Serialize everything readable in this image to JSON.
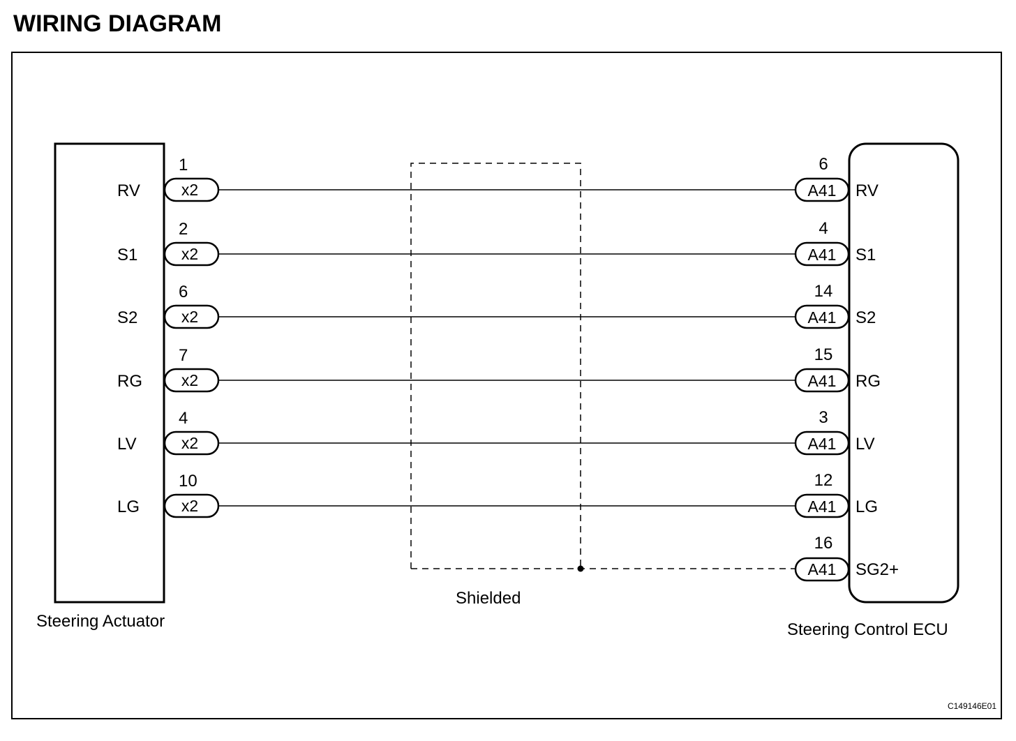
{
  "title": "WIRING DIAGRAM",
  "left_component": {
    "name": "Steering Actuator",
    "connector": "x2",
    "pins": [
      {
        "signal": "RV",
        "pin": "1"
      },
      {
        "signal": "S1",
        "pin": "2"
      },
      {
        "signal": "S2",
        "pin": "6"
      },
      {
        "signal": "RG",
        "pin": "7"
      },
      {
        "signal": "LV",
        "pin": "4"
      },
      {
        "signal": "LG",
        "pin": "10"
      }
    ]
  },
  "right_component": {
    "name": "Steering Control ECU",
    "connector": "A41",
    "pins": [
      {
        "signal": "RV",
        "pin": "6"
      },
      {
        "signal": "S1",
        "pin": "4"
      },
      {
        "signal": "S2",
        "pin": "14"
      },
      {
        "signal": "RG",
        "pin": "15"
      },
      {
        "signal": "LV",
        "pin": "3"
      },
      {
        "signal": "LG",
        "pin": "12"
      },
      {
        "signal": "SG2+",
        "pin": "16"
      }
    ]
  },
  "shield_label": "Shielded",
  "figure_code": "C149146E01"
}
